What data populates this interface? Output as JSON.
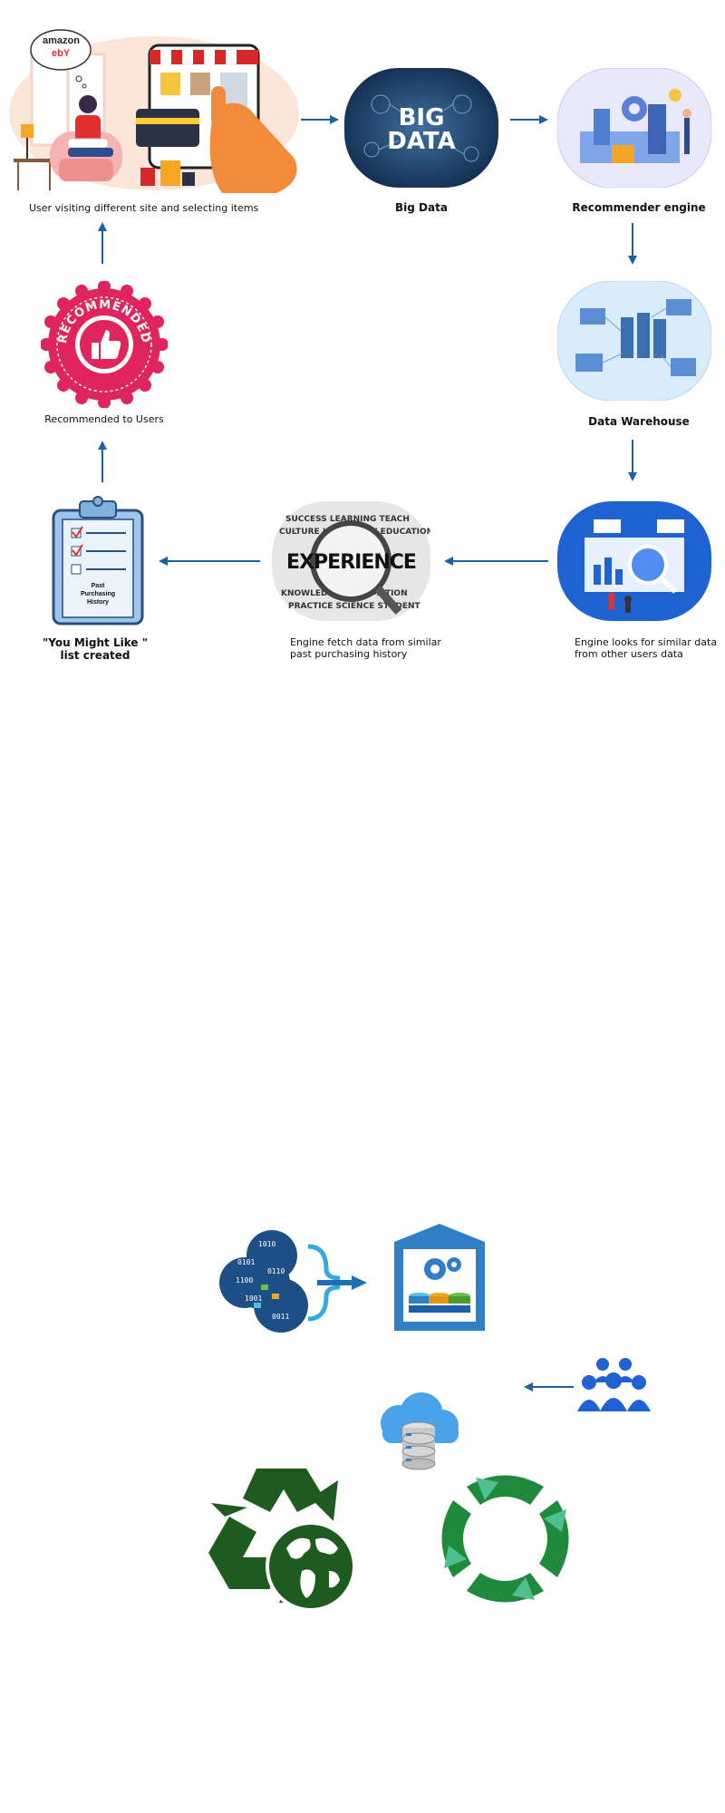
{
  "flow": {
    "step1": {
      "caption": "User visiting different site and selecting items",
      "bubble_brand1": "amazon",
      "bubble_brand2": "ebY"
    },
    "step2": {
      "caption": "Big Data",
      "image_text_top": "BIG",
      "image_text_bottom": "DATA"
    },
    "step3": {
      "caption": "Recommender engine"
    },
    "step4": {
      "caption": "Data Warehouse"
    },
    "step5": {
      "caption_line1": "Engine looks for similar data",
      "caption_line2": "from other users data"
    },
    "step6": {
      "caption_line1": "Engine fetch data from similar",
      "caption_line2": "past purchasing history",
      "image_word": "EXPERIENCE"
    },
    "step7": {
      "caption_line1": "\"You Might Like \"",
      "caption_line2": "list created",
      "clipboard_line1": "Past",
      "clipboard_line2": "Purchasing",
      "clipboard_line3": "History"
    },
    "step8": {
      "caption": "Recommended to Users",
      "badge_text": "RECOMMENDED"
    }
  },
  "icons": [
    "shopping-scene-icon",
    "big-data-icon",
    "recommender-engine-icon",
    "data-warehouse-icon",
    "data-analysis-icon",
    "magnifier-experience-icon",
    "clipboard-checklist-icon",
    "recommended-badge-icon",
    "binary-cloud-icon",
    "warehouse-gears-icon",
    "user-group-icon",
    "cloud-database-icon",
    "recycle-globe-icon",
    "recycle-arrows-icon"
  ],
  "colors": {
    "arrow": "#1f5fa3",
    "badge": "#e0245e",
    "recycle_dark": "#1e5b1e",
    "recycle_green": "#1f8a3b",
    "recycle_light": "#4fbf8f",
    "cloud_blue": "#1d4f86"
  }
}
